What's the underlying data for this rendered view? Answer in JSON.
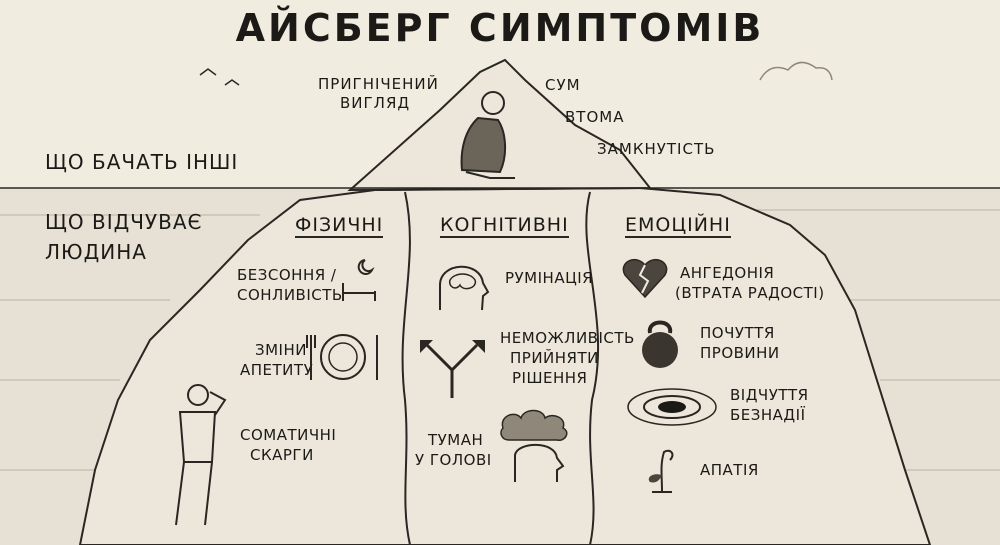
{
  "title": "АЙСБЕРГ СИМПТОМІВ",
  "side_labels": {
    "visible": "ЩО БАЧАТЬ ІНШІ",
    "felt_line1": "ЩО ВІДЧУВАЄ",
    "felt_line2": "ЛЮДИНА"
  },
  "visible_symptoms": {
    "depressed_look_line1": "ПРИГНІЧЕНИЙ",
    "depressed_look_line2": "ВИГЛЯД",
    "sadness": "СУМ",
    "fatigue": "ВТОМА",
    "withdrawal": "ЗАМКНУТІСТЬ"
  },
  "physical": {
    "heading": "ФІЗИЧНІ",
    "sleep_line1": "БЕЗСОННЯ /",
    "sleep_line2": "СОНЛИВІСТЬ",
    "appetite_line1": "ЗМІНИ",
    "appetite_line2": "АПЕТИТУ",
    "somatic_line1": "СОМАТИЧНІ",
    "somatic_line2": "СКАРГИ"
  },
  "cognitive": {
    "heading": "КОГНІТИВНІ",
    "rumination": "РУМІНАЦІЯ",
    "decisions_line1": "НЕМОЖЛИВІСТЬ",
    "decisions_line2": "ПРИЙНЯТИ",
    "decisions_line3": "РІШЕННЯ",
    "fog_line1": "ТУМАН",
    "fog_line2": "У ГОЛОВІ"
  },
  "emotional": {
    "heading": "ЕМОЦІЙНІ",
    "anhedonia_line1": "АНГЕДОНІЯ",
    "anhedonia_line2": "(ВТРАТА РАДОСТІ)",
    "guilt_line1": "ПОЧУТТЯ",
    "guilt_line2": "ПРОВИНИ",
    "hopeless_line1": "ВІДЧУТТЯ",
    "hopeless_line2": "БЕЗНАДІЇ",
    "apathy": "АПАТІЯ"
  },
  "colors": {
    "paper": "#f1ece0",
    "ink": "#1c1a17",
    "water": "#e6e1d4",
    "ice": "#ece7da"
  }
}
